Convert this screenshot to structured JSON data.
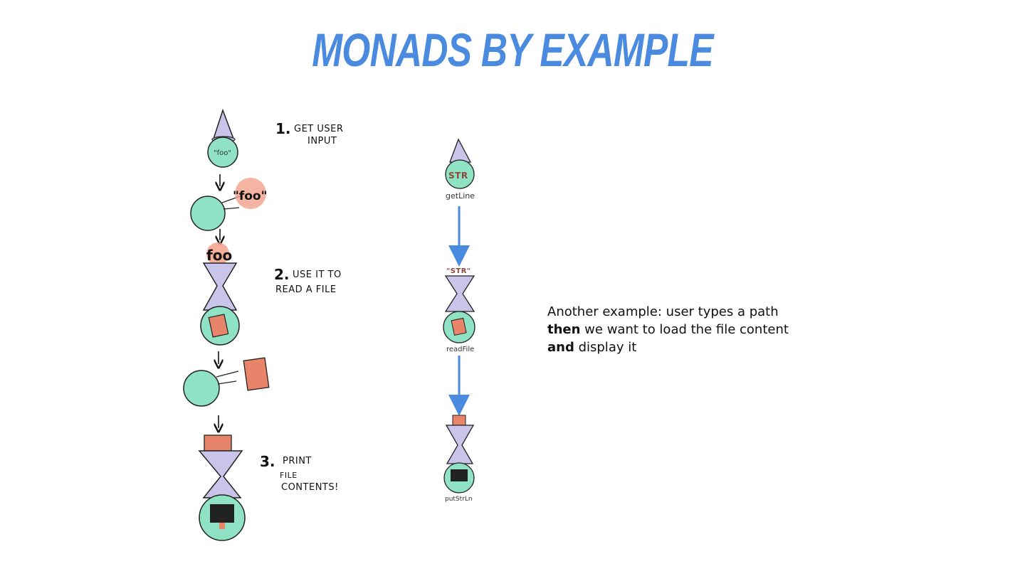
{
  "slide": {
    "title": "MONADS BY EXAMPLE",
    "description": {
      "line1": "Another example: user types a path",
      "line2_bold": "then",
      "line2_rest": " we want to load the file content",
      "line3_bold": "and",
      "line3_rest": " display it"
    }
  },
  "left_illustration": {
    "steps": [
      {
        "number": "1.",
        "line1": "GET USER",
        "line2": "INPUT"
      },
      {
        "number": "2.",
        "line1": "USE IT TO",
        "line2": "READ A FILE"
      },
      {
        "number": "3.",
        "line1": "PRINT",
        "line2": "FILE",
        "line3": "CONTENTS!"
      }
    ],
    "foo_labels": {
      "small": "\"foo\"",
      "splash": "\"foo\"",
      "cap": "foo"
    }
  },
  "right_illustration": {
    "nodes": [
      {
        "label": "getLine",
        "badge": "STR"
      },
      {
        "label": "readFile",
        "badge": "\"STR\""
      },
      {
        "label": "putStrLn"
      }
    ],
    "colors": {
      "arrow": "#4a8be0",
      "jar": "#8fe3c4",
      "funnel": "#c9c4ea",
      "paper": "#e8846a"
    }
  },
  "colors": {
    "title": "#4a8be0"
  }
}
